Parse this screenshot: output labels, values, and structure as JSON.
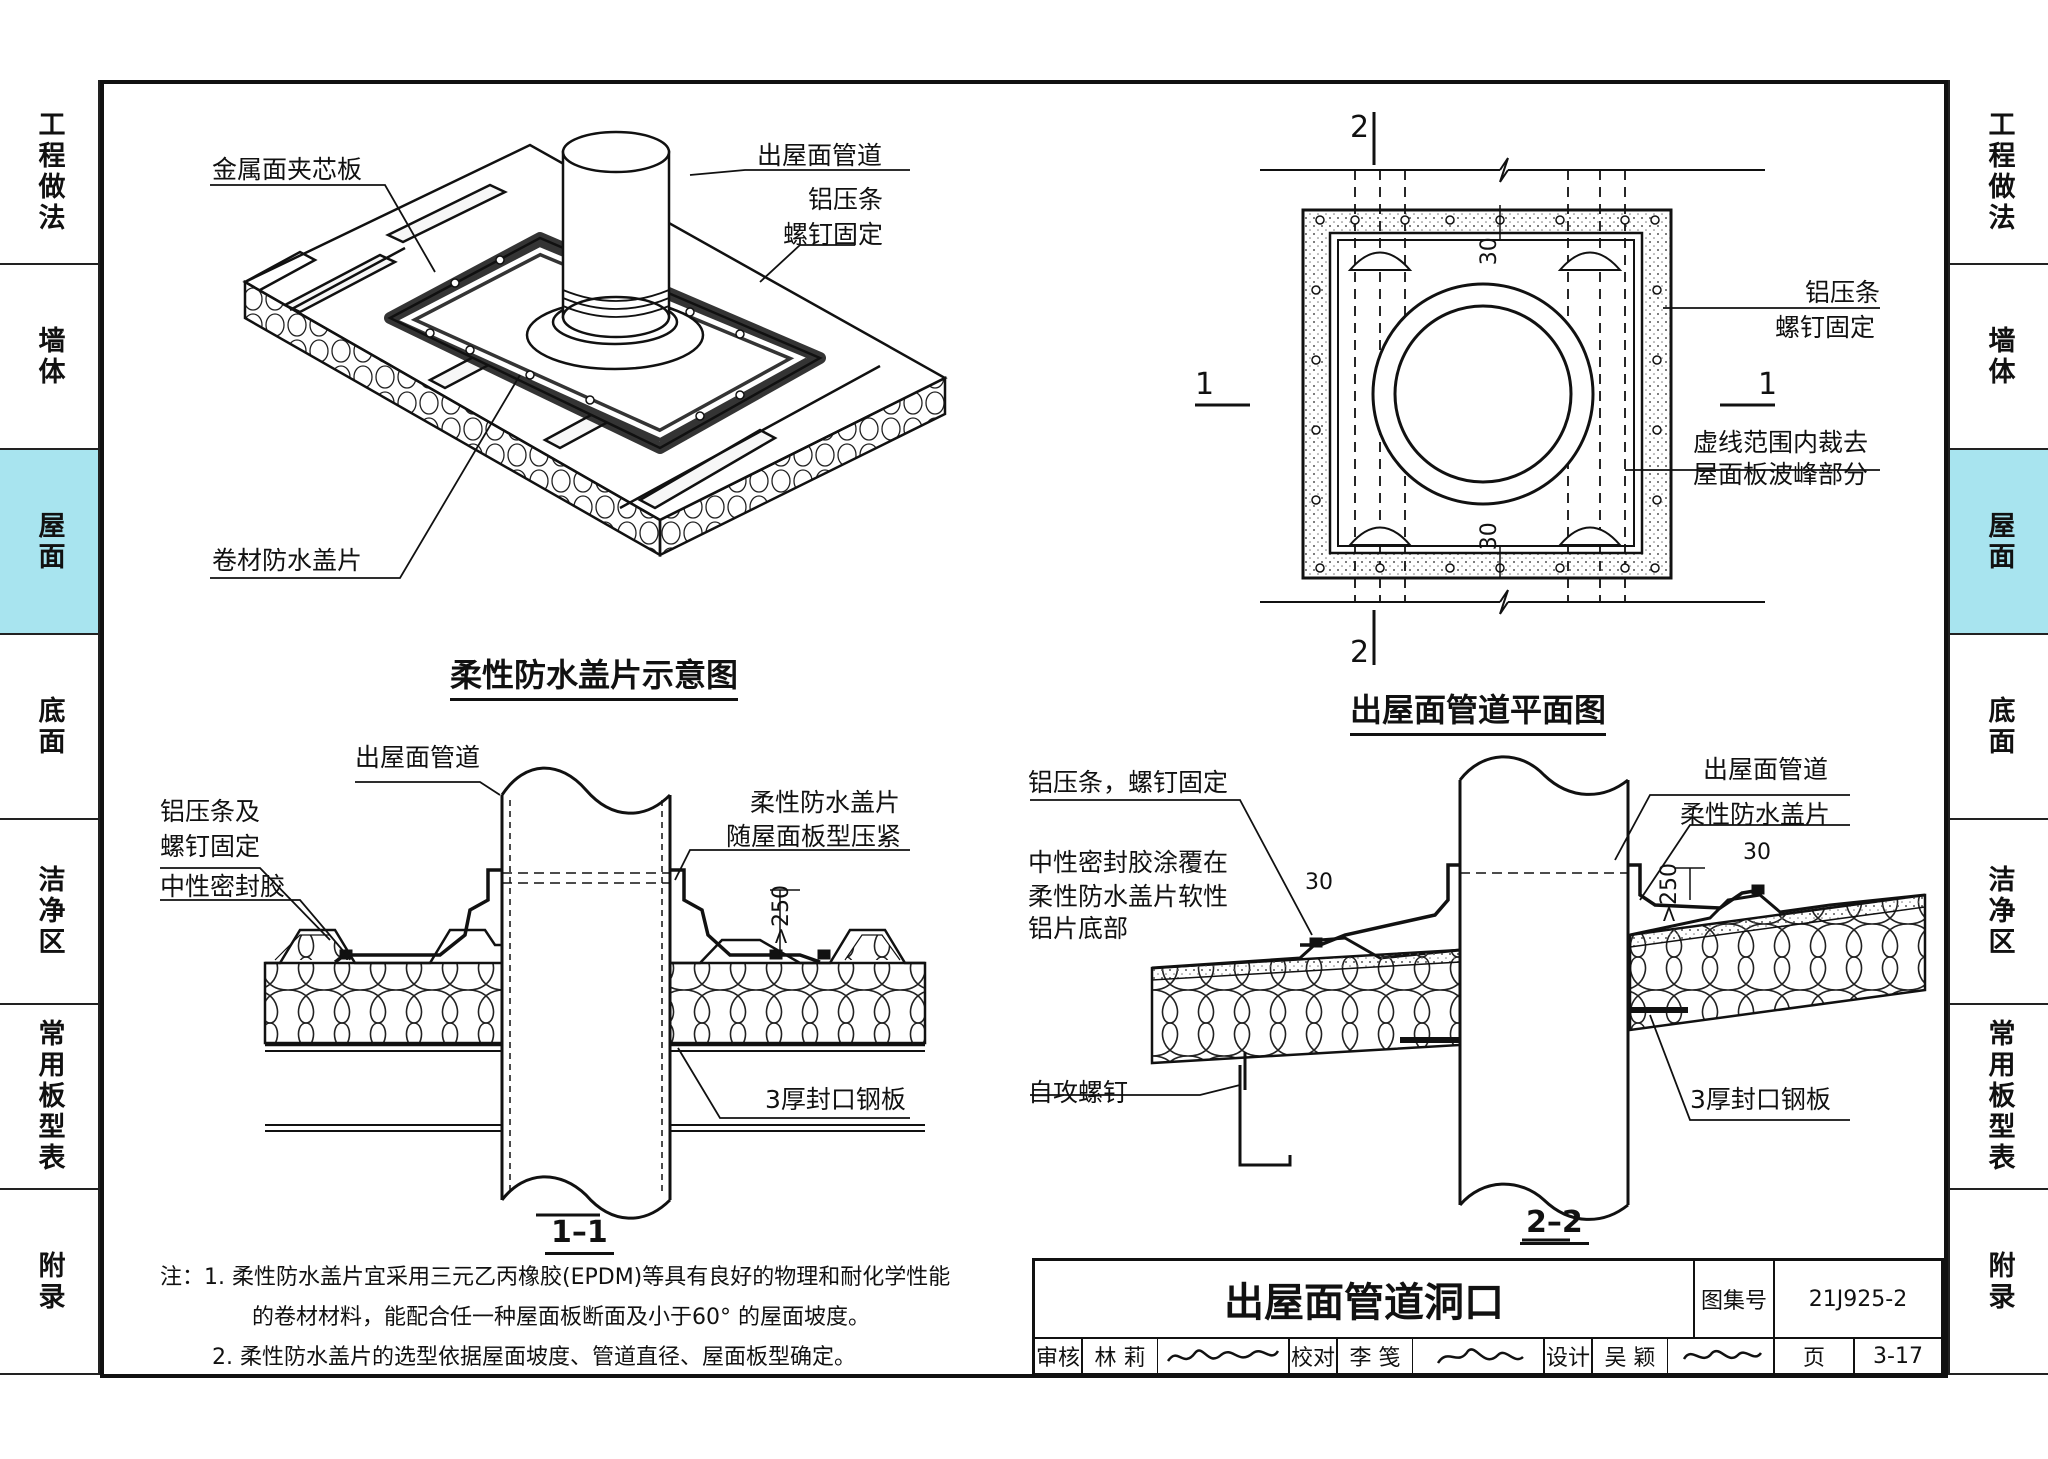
{
  "side_tabs": [
    {
      "label": "工程做法",
      "active": false
    },
    {
      "label": "墙体",
      "active": false
    },
    {
      "label": "屋面",
      "active": true
    },
    {
      "label": "底面",
      "active": false
    },
    {
      "label": "洁净区",
      "active": false
    },
    {
      "label": "常用板型表",
      "active": false
    },
    {
      "label": "附录",
      "active": false
    }
  ],
  "figure_iso": {
    "title": "柔性防水盖片示意图",
    "label_panel": "金属面夹芯板",
    "label_pipe": "出屋面管道",
    "label_strip_1": "铝压条",
    "label_strip_2": "螺钉固定",
    "label_flashing": "卷材防水盖片"
  },
  "figure_plan": {
    "title": "出屋面管道平面图",
    "section_mark_2": "2",
    "section_mark_1": "1",
    "dim_30": "30",
    "label_strip_1": "铝压条",
    "label_strip_2": "螺钉固定",
    "label_cut_1": "虚线范围内裁去",
    "label_cut_2": "屋面板波峰部分"
  },
  "section_1": {
    "title": "1–1",
    "label_pipe": "出屋面管道",
    "label_strip_1": "铝压条及",
    "label_strip_2": "螺钉固定",
    "label_sealant": "中性密封胶",
    "label_flashing_1": "柔性防水盖片",
    "label_flashing_2": "随屋面板型压紧",
    "dim_250": ">250",
    "label_steel": "3厚封口钢板"
  },
  "section_2": {
    "title": "2–2",
    "label_strip": "铝压条，螺钉固定",
    "label_sealant_1": "中性密封胶涂覆在",
    "label_sealant_2": "柔性防水盖片软性",
    "label_sealant_3": "铝片底部",
    "label_screw": "自攻螺钉",
    "label_pipe": "出屋面管道",
    "label_flashing": "柔性防水盖片",
    "dim_30": "30",
    "dim_250": ">250",
    "label_steel": "3厚封口钢板"
  },
  "notes": {
    "prefix": "注：",
    "line1": "1. 柔性防水盖片宜采用三元乙丙橡胶(EPDM)等具有良好的物理和耐化学性能",
    "line2": "的卷材材料，能配合任一种屋面板断面及小于60° 的屋面坡度。",
    "line3": "2. 柔性防水盖片的选型依据屋面坡度、管道直径、屋面板型确定。"
  },
  "title_block": {
    "title": "出屋面管道洞口",
    "atlas_label": "图集号",
    "atlas_no": "21J925-2",
    "review_label": "审核",
    "reviewer": "林  莉",
    "check_label": "校对",
    "checker": "李  笺",
    "design_label": "设计",
    "designer": "吴  颖",
    "page_label": "页",
    "page_no": "3-17"
  }
}
